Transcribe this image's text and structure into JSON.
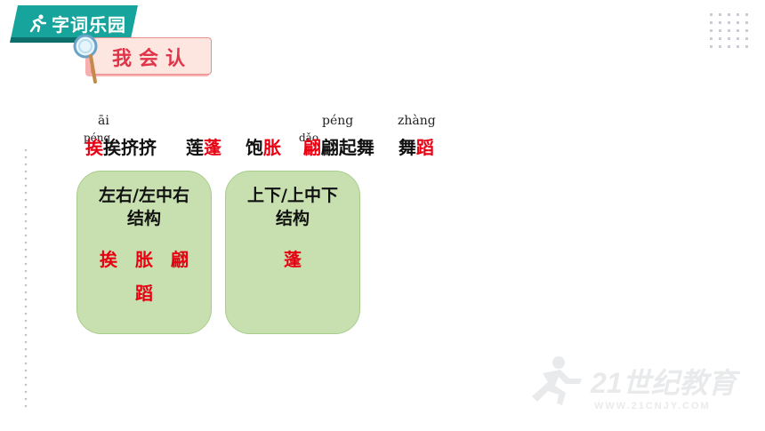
{
  "header": {
    "title": "字词乐园"
  },
  "card": {
    "title": "我会认"
  },
  "pinyin": {
    "ai": "āi",
    "peng1": "péng",
    "peng2": "péng",
    "zhang": "zhàng",
    "dao": "dǎo"
  },
  "words": {
    "w1": {
      "red": "挨",
      "black": "挨挤挤"
    },
    "w2": {
      "black": "莲",
      "red": "蓬"
    },
    "w3": {
      "black": "饱",
      "red": "胀"
    },
    "w4": {
      "red": "翩",
      "black": "翩起舞"
    },
    "w5": {
      "black": "舞",
      "red": "蹈"
    }
  },
  "boxes": [
    {
      "title_line1": "左右/左中右",
      "title_line2": "结构",
      "chars_line1": "挨　胀　翩",
      "chars_line2": "蹈"
    },
    {
      "title_line1": "上下/上中下",
      "title_line2": "结构",
      "chars_line1": "蓬",
      "chars_line2": ""
    }
  ],
  "watermark": {
    "text": "21世纪教育",
    "url_text": "WWW.21CNJY.COM"
  },
  "colors": {
    "teal": "#17a49c",
    "red": "#e60012",
    "box_green": "#c8e0b0",
    "card_pink": "#fde6e0"
  },
  "icons": {
    "header_icon": "running-person-icon",
    "card_icon": "magnifier-icon"
  }
}
